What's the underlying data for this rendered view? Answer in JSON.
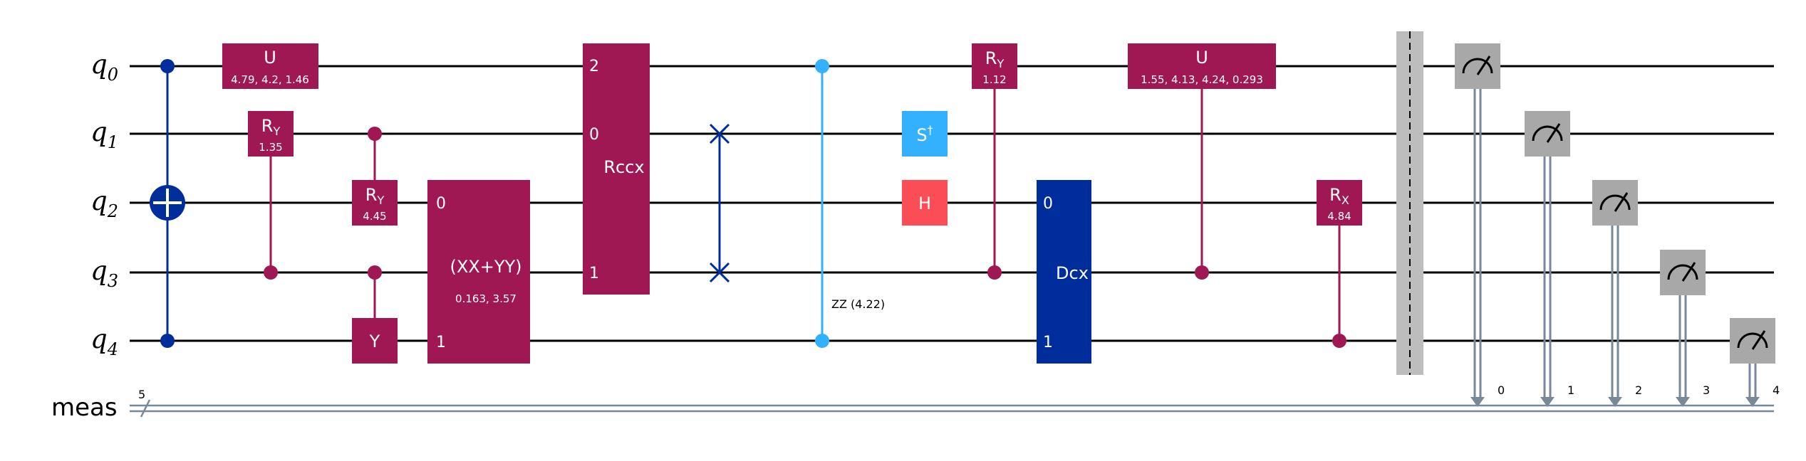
{
  "colors": {
    "wire": "#000000",
    "classical": "#778899",
    "purple": "#9f1853",
    "cnot_blue": "#002d9c",
    "sdg_cyan": "#33b1ff",
    "h_red": "#fa4d56",
    "barrier": "#bdbdbd",
    "measure": "#a8a8a8"
  },
  "registers": {
    "qubits": [
      {
        "name": "q",
        "index": "0"
      },
      {
        "name": "q",
        "index": "1"
      },
      {
        "name": "q",
        "index": "2"
      },
      {
        "name": "q",
        "index": "3"
      },
      {
        "name": "q",
        "index": "4"
      }
    ],
    "classical": {
      "name": "meas",
      "size": "5"
    }
  },
  "gates": {
    "u1": {
      "label": "U",
      "params": "4.79, 4.2, 1.46"
    },
    "cry1": {
      "label": "R",
      "sub": "Y",
      "params": "1.35"
    },
    "cry2": {
      "label": "R",
      "sub": "Y",
      "params": "4.45"
    },
    "cy": {
      "label": "Y"
    },
    "xxyy": {
      "label": "(XX+YY)",
      "params": "0.163, 3.57",
      "pin_top": "0",
      "pin_bottom": "1"
    },
    "rccx": {
      "label": "Rccx",
      "pin_q0": "2",
      "pin_q1": "0",
      "pin_q3": "1"
    },
    "rzz": {
      "label": "ZZ (4.22)"
    },
    "sdg": {
      "label": "S",
      "sup": "†"
    },
    "h": {
      "label": "H"
    },
    "cry3": {
      "label": "R",
      "sub": "Y",
      "params": "1.12"
    },
    "dcx": {
      "label": "Dcx",
      "pin_top": "0",
      "pin_bottom": "1"
    },
    "cu": {
      "label": "U",
      "params": "1.55, 4.13, 4.24, 0.293"
    },
    "crx": {
      "label": "R",
      "sub": "X",
      "params": "4.84"
    }
  },
  "measurements": [
    {
      "qubit": 0,
      "bit": "0"
    },
    {
      "qubit": 1,
      "bit": "1"
    },
    {
      "qubit": 2,
      "bit": "2"
    },
    {
      "qubit": 3,
      "bit": "3"
    },
    {
      "qubit": 4,
      "bit": "4"
    }
  ]
}
